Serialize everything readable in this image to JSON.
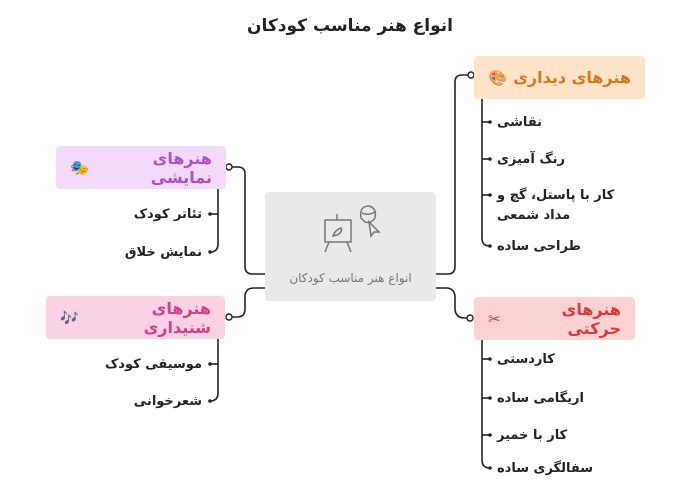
{
  "title": "انواع هنر مناسب کودکان",
  "center": {
    "label": "انواع هنر مناسب کودکان",
    "icon": "easel-child-pointer-icon",
    "bg": "#e9e9e9"
  },
  "branches": [
    {
      "id": "visual",
      "label": "هنرهای دیداری",
      "icon": "art-palette-icon",
      "color": "#d07a1c",
      "bg": "#fde3c8",
      "items": [
        "نقاشی",
        "رنگ آمیزی",
        "کار با پاستل، گچ و مداد شمعی",
        "طراحی ساده"
      ]
    },
    {
      "id": "performing",
      "label": "هنرهای نمایشی",
      "icon": "theater-easel-icon",
      "color": "#b04fc8",
      "bg": "#f3d9fa",
      "items": [
        "تئاتر کودک",
        "نمایش خلاق"
      ]
    },
    {
      "id": "auditory",
      "label": "هنرهای شنیداری",
      "icon": "music-face-icon",
      "color": "#d0408c",
      "bg": "#fbd1e6",
      "items": [
        "موسیقی کودک",
        "شعرخوانی"
      ]
    },
    {
      "id": "movement",
      "label": "هنرهای حرکتی",
      "icon": "crafts-figure-icon",
      "color": "#d83a3a",
      "bg": "#fdd2d2",
      "items": [
        "کاردستی",
        "اریگامی ساده",
        "کار با خمیر",
        "سفالگری ساده"
      ]
    }
  ]
}
